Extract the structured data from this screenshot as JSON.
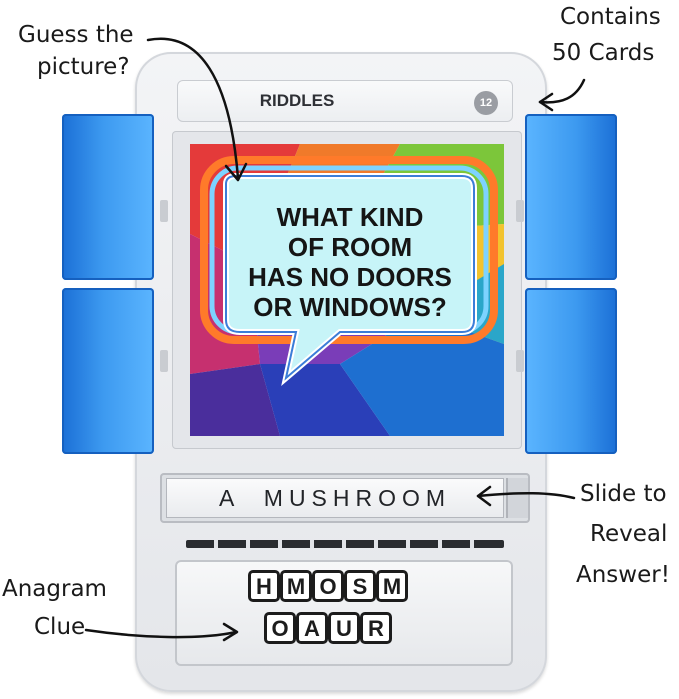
{
  "header": {
    "title": "RIDDLES",
    "card_number": "12"
  },
  "riddle": {
    "lines": [
      "WHAT KIND",
      "OF ROOM",
      "HAS NO DOORS",
      "OR WINDOWS?"
    ]
  },
  "answer": {
    "text": "A  MUSHROOM"
  },
  "anagram": {
    "row1": [
      "H",
      "M",
      "O",
      "S",
      "M"
    ],
    "row2": [
      "O",
      "A",
      "U",
      "R"
    ]
  },
  "annotations": {
    "guess_line1": "Guess the",
    "guess_line2": "picture?",
    "contains_line1": "Contains",
    "contains_line2": "50 Cards",
    "slide_line1": "Slide to",
    "slide_line2": "Reveal",
    "slide_line3": "Answer!",
    "anagram_line1": "Anagram",
    "anagram_line2": "Clue"
  },
  "colors": {
    "door_blue": "#3d9af0",
    "shell": "#eceef1",
    "bubble": "#bff2f7"
  }
}
